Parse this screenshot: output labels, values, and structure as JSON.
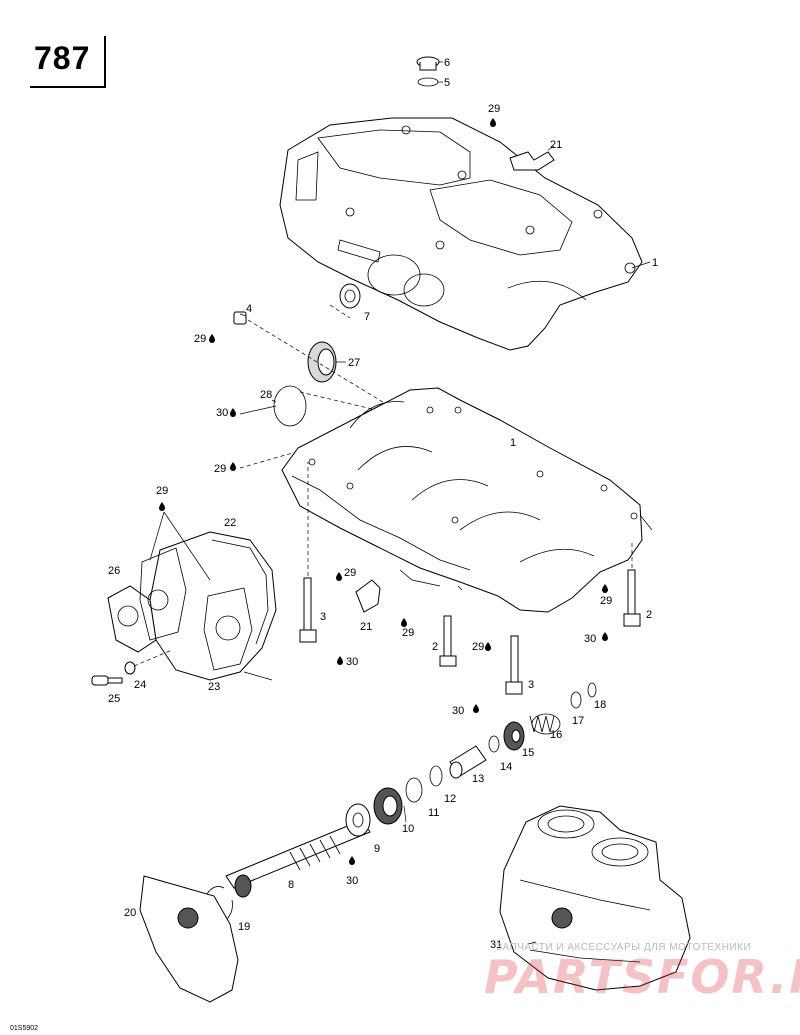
{
  "page_number": "787",
  "drawing_code": "01S5902",
  "watermark": {
    "subtitle": "ЗАПЧАСТИ И АКСЕССУАРЫ ДЛЯ МОТОТЕХНИКИ",
    "brand": "PARTSFOR.RU",
    "color": "#d62030"
  },
  "callouts": {
    "c1a": "1",
    "c1b": "1",
    "c2a": "2",
    "c2b": "2",
    "c3a": "3",
    "c3b": "3",
    "c4": "4",
    "c5": "5",
    "c6": "6",
    "c7": "7",
    "c8": "8",
    "c9": "9",
    "c10": "10",
    "c11": "11",
    "c12": "12",
    "c13": "13",
    "c14": "14",
    "c15": "15",
    "c16": "16",
    "c17": "17",
    "c18": "18",
    "c19": "19",
    "c20": "20",
    "c21a": "21",
    "c21b": "21",
    "c22": "22",
    "c23": "23",
    "c24": "24",
    "c25": "25",
    "c26": "26",
    "c27": "27",
    "c28": "28",
    "c29a": "29",
    "c29b": "29",
    "c29c": "29",
    "c29d": "29",
    "c29e": "29",
    "c29f": "29",
    "c29g": "29",
    "c29h": "29",
    "c30a": "30",
    "c30b": "30",
    "c30c": "30",
    "c30d": "30",
    "c30e": "30",
    "c31": "31"
  }
}
